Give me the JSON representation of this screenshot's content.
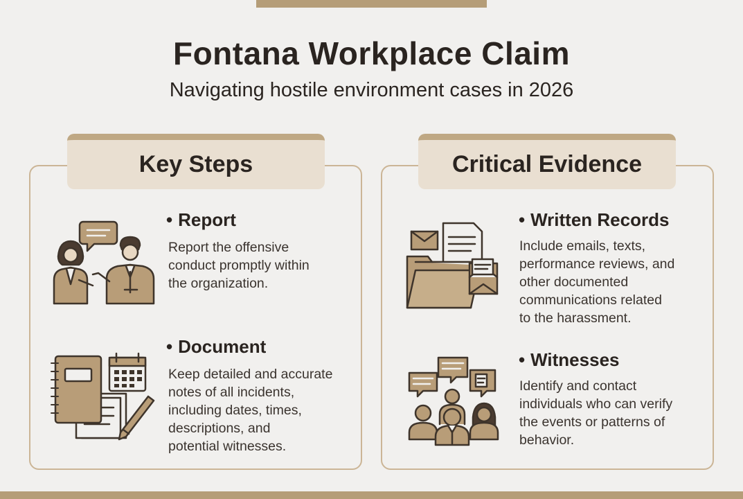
{
  "header": {
    "title": "Fontana Workplace Claim",
    "subtitle": "Navigating hostile environment cases in 2026"
  },
  "left_panel": {
    "tab_label": "Key Steps",
    "items": [
      {
        "heading": "Report",
        "description": "Report the offensive\nconduct promptly within\nthe organization.",
        "icon": "two-people-talking-icon"
      },
      {
        "heading": "Document",
        "description": "Keep detailed and accurate\nnotes of all incidents,\nincluding dates, times,\ndescriptions, and\npotential witnesses.",
        "icon": "notebook-calendar-pen-icon"
      }
    ]
  },
  "right_panel": {
    "tab_label": "Critical Evidence",
    "items": [
      {
        "heading": "Written Records",
        "description": "Include emails, texts,\nperformance reviews, and\nother documented\ncommunications related\nto the harassment.",
        "icon": "folder-documents-icon"
      },
      {
        "heading": "Witnesses",
        "description": "Identify and contact\nindividuals who can verify\nthe events or patterns of\nbehavior.",
        "icon": "group-speech-bubbles-icon"
      }
    ]
  },
  "colors": {
    "background": "#f1f0ee",
    "accent": "#b59d78",
    "tab_fill": "#e9dfd1",
    "panel_border": "#cbb596",
    "icon_fill": "#b89d78",
    "icon_stroke": "#3e342b",
    "text": "#2a2420"
  }
}
